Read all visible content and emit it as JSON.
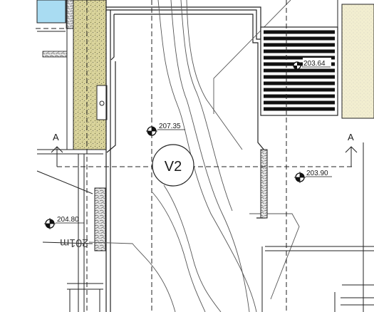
{
  "drawing": {
    "view_marker": "V2",
    "section_label": "A",
    "contour_label": "201m",
    "spot_levels": [
      "207.35",
      "203.64",
      "203.90",
      "204.80"
    ]
  },
  "colors": {
    "ink": "#1a1a1a",
    "pool_fill": "#a9dcf2",
    "gravel_fill": "#d9d39b",
    "planter_fill": "#f2eed0",
    "stone_fill": "#c9c9c9"
  }
}
